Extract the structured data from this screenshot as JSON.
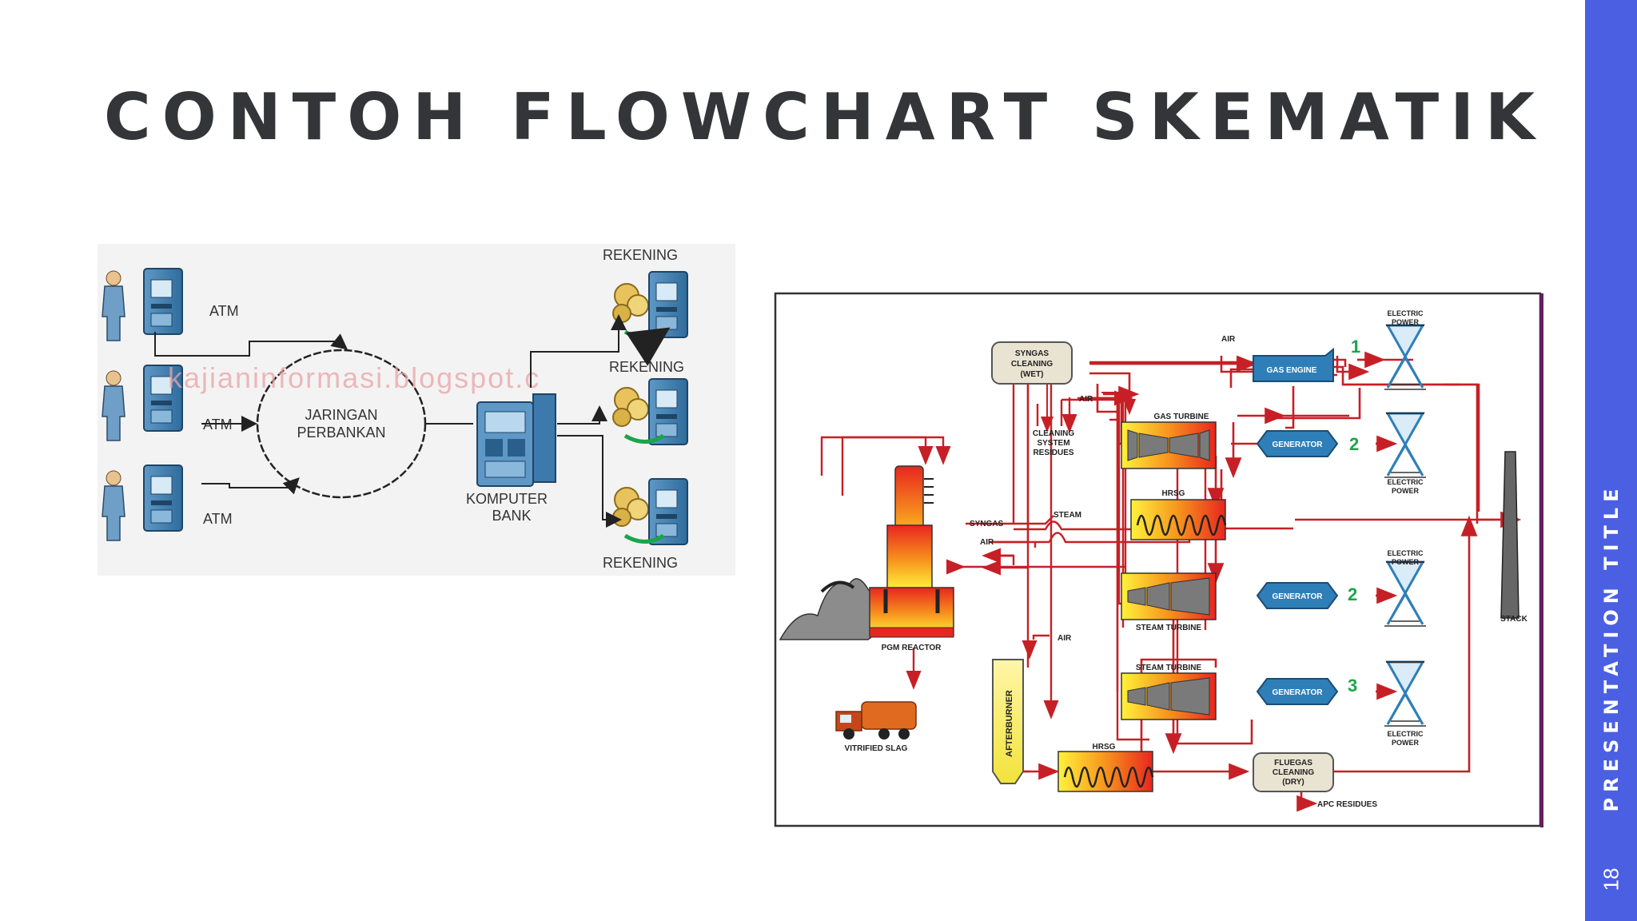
{
  "slide": {
    "title": "CONTOH FLOWCHART SKEMATIK",
    "side_title": "PRESENTATION TITLE",
    "page_number": "18"
  },
  "banking": {
    "atm_label": "ATM",
    "network_line1": "JARINGAN",
    "network_line2": "PERBANKAN",
    "bank_line1": "KOMPUTER",
    "bank_line2": "BANK",
    "account_label": "REKENING",
    "watermark": "kajianinformasi.blogspot.c"
  },
  "plant": {
    "syngas_wet": [
      "SYNGAS",
      "CLEANING",
      "(WET)"
    ],
    "cleaning_residues": [
      "CLEANING",
      "SYSTEM",
      "RESIDUES"
    ],
    "air": "AIR",
    "gas_engine": "GAS ENGINE",
    "gas_turbine": "GAS TURBINE",
    "generator": "GENERATOR",
    "hrsg": "HRSG",
    "steam": "STEAM",
    "syngas": "SYNGAS",
    "steam_turbine": "STEAM TURBINE",
    "electric": "ELECTRIC",
    "power": "POWER",
    "stack": "STACK",
    "pgm_reactor": "PGM REACTOR",
    "vitrified_slag": "VITRIFIED SLAG",
    "afterburner": "AFTERBURNER",
    "fluegas": [
      "FLUEGAS",
      "CLEANING",
      "(DRY)"
    ],
    "apc_residues": "APC RESIDUES",
    "num1": "1",
    "num2": "2",
    "num3": "3"
  },
  "colors": {
    "accent_band": "#4b5fe3",
    "title_text": "#333538",
    "flow_line": "#c62026",
    "hot_gradient": [
      "#fff23a",
      "#f7941d",
      "#e8261f"
    ],
    "equipment_blue": "#2e7fb8",
    "number_green": "#1aa54a"
  }
}
